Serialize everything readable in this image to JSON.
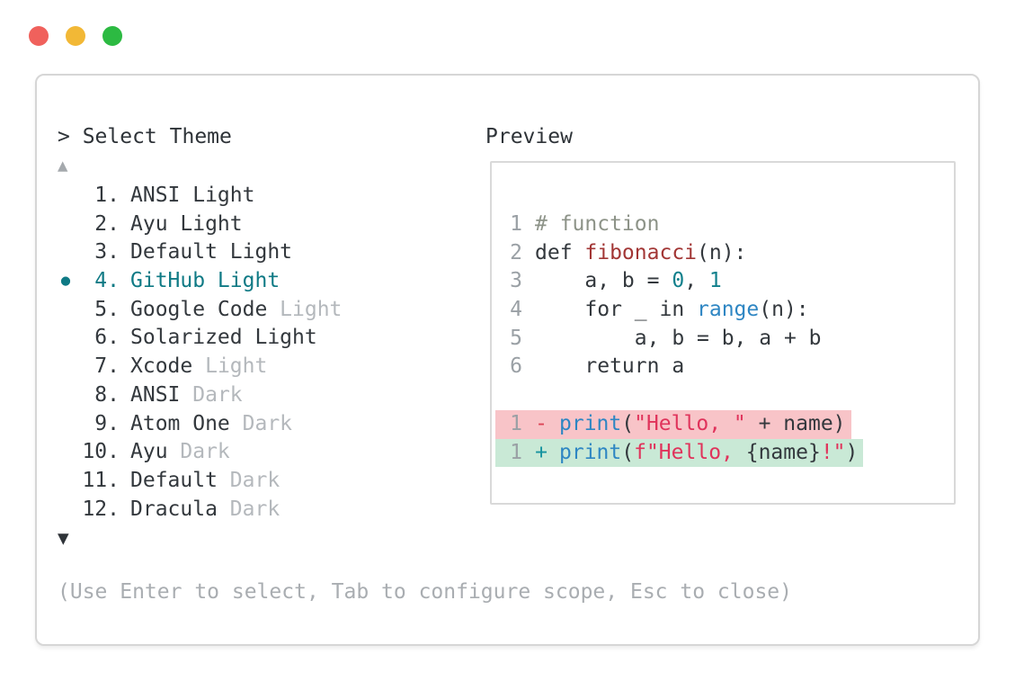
{
  "window": {
    "controls": [
      "close",
      "minimize",
      "zoom"
    ]
  },
  "theme_selector": {
    "title": "> Select Theme",
    "scroll_up_icon": "▲",
    "scroll_down_icon": "▼",
    "selected_marker": "●",
    "items": [
      {
        "number": "1.",
        "selected": false,
        "parts": [
          {
            "text": "ANSI Light",
            "muted": false
          }
        ]
      },
      {
        "number": "2.",
        "selected": false,
        "parts": [
          {
            "text": "Ayu Light",
            "muted": false
          }
        ]
      },
      {
        "number": "3.",
        "selected": false,
        "parts": [
          {
            "text": "Default Light",
            "muted": false
          }
        ]
      },
      {
        "number": "4.",
        "selected": true,
        "parts": [
          {
            "text": "GitHub Light",
            "muted": false
          }
        ]
      },
      {
        "number": "5.",
        "selected": false,
        "parts": [
          {
            "text": "Google Code ",
            "muted": false
          },
          {
            "text": "Light",
            "muted": true
          }
        ]
      },
      {
        "number": "6.",
        "selected": false,
        "parts": [
          {
            "text": "Solarized Light",
            "muted": false
          }
        ]
      },
      {
        "number": "7.",
        "selected": false,
        "parts": [
          {
            "text": "Xcode ",
            "muted": false
          },
          {
            "text": "Light",
            "muted": true
          }
        ]
      },
      {
        "number": "8.",
        "selected": false,
        "parts": [
          {
            "text": "ANSI ",
            "muted": false
          },
          {
            "text": "Dark",
            "muted": true
          }
        ]
      },
      {
        "number": "9.",
        "selected": false,
        "parts": [
          {
            "text": "Atom One ",
            "muted": false
          },
          {
            "text": "Dark",
            "muted": true
          }
        ]
      },
      {
        "number": "10.",
        "selected": false,
        "parts": [
          {
            "text": "Ayu ",
            "muted": false
          },
          {
            "text": "Dark",
            "muted": true
          }
        ]
      },
      {
        "number": "11.",
        "selected": false,
        "parts": [
          {
            "text": "Default ",
            "muted": false
          },
          {
            "text": "Dark",
            "muted": true
          }
        ]
      },
      {
        "number": "12.",
        "selected": false,
        "parts": [
          {
            "text": "Dracula ",
            "muted": false
          },
          {
            "text": "Dark",
            "muted": true
          }
        ]
      }
    ],
    "hint": "(Use Enter to select, Tab to configure scope, Esc to close)"
  },
  "preview": {
    "label": "Preview",
    "lines": [
      {
        "type": "code",
        "num": "1",
        "tokens": [
          {
            "text": "# function",
            "cls": "comment"
          }
        ]
      },
      {
        "type": "code",
        "num": "2",
        "tokens": [
          {
            "text": "def ",
            "cls": "code"
          },
          {
            "text": "fibonacci",
            "cls": "func"
          },
          {
            "text": "(n):",
            "cls": "code"
          }
        ]
      },
      {
        "type": "code",
        "num": "3",
        "tokens": [
          {
            "text": "    a, b = ",
            "cls": "code"
          },
          {
            "text": "0",
            "cls": "number"
          },
          {
            "text": ", ",
            "cls": "code"
          },
          {
            "text": "1",
            "cls": "number"
          }
        ]
      },
      {
        "type": "code",
        "num": "4",
        "tokens": [
          {
            "text": "    for _ in ",
            "cls": "code"
          },
          {
            "text": "range",
            "cls": "builtin"
          },
          {
            "text": "(n):",
            "cls": "code"
          }
        ]
      },
      {
        "type": "code",
        "num": "5",
        "tokens": [
          {
            "text": "        a, b = b, a + b",
            "cls": "code"
          }
        ]
      },
      {
        "type": "code",
        "num": "6",
        "tokens": [
          {
            "text": "    return a",
            "cls": "code"
          }
        ]
      },
      {
        "type": "blank"
      },
      {
        "type": "diff-removed",
        "num": "1",
        "marker": "-",
        "tokens": [
          {
            "text": "print",
            "cls": "builtin"
          },
          {
            "text": "(",
            "cls": "code"
          },
          {
            "text": "\"Hello, \"",
            "cls": "string"
          },
          {
            "text": " + name)",
            "cls": "code"
          }
        ]
      },
      {
        "type": "diff-added",
        "num": "1",
        "marker": "+",
        "tokens": [
          {
            "text": "print",
            "cls": "builtin"
          },
          {
            "text": "(",
            "cls": "code"
          },
          {
            "text": "f\"Hello, ",
            "cls": "string"
          },
          {
            "text": "{name}",
            "cls": "code"
          },
          {
            "text": "!\"",
            "cls": "string"
          },
          {
            "text": ")",
            "cls": "code"
          }
        ]
      }
    ]
  },
  "colors": {
    "accent_teal": "#0f7a85",
    "traffic_red": "#f0615c",
    "traffic_yellow": "#f2b836",
    "traffic_green": "#2cba42",
    "diff_removed_bg": "#f8c4c8",
    "diff_added_bg": "#c9e9d6",
    "string_red": "#e0335b",
    "function_red": "#a23635",
    "builtin_blue": "#2e86c3",
    "number_teal": "#11808c",
    "comment_gray": "#8d9388",
    "text_dark": "#33383d",
    "muted_gray": "#b4b8bc",
    "line_number_gray": "#9aa0a5",
    "hint_gray": "#a9adb1",
    "removed_marker": "#dc4356",
    "added_marker": "#16939f"
  }
}
